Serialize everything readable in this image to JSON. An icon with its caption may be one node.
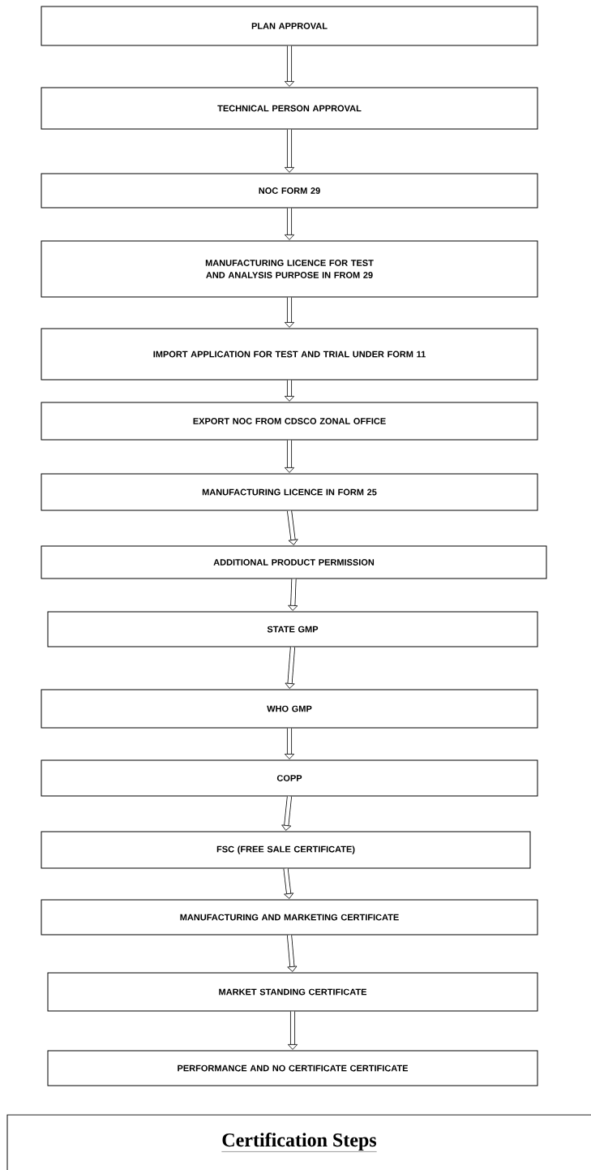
{
  "diagram": {
    "caption": "Certification Steps",
    "nodes": [
      {
        "text": [
          "PLAN APPROVAL"
        ]
      },
      {
        "text": [
          "TECHNICAL PERSON APPROVAL"
        ]
      },
      {
        "text": [
          "NOC FORM 29"
        ]
      },
      {
        "text": [
          "MANUFACTURING LICENCE FOR TEST AND ANALYSIS PURPOSE IN FROM 29"
        ]
      },
      {
        "text": [
          "IMPORT APPLICATION FOR TEST AND TRIAL UNDER FORM 11"
        ]
      },
      {
        "text": [
          "EXPORT NOC FROM CDSCO ZONAL OFFICE"
        ]
      },
      {
        "text": [
          "MANUFACTURING LICENCE IN FORM 25"
        ]
      },
      {
        "text": [
          "ADDITIONAL PRODUCT PERMISSION"
        ]
      },
      {
        "text": [
          "STATE GMP"
        ]
      },
      {
        "text": [
          "WHO GMP"
        ]
      },
      {
        "text": [
          "COPP"
        ]
      },
      {
        "text": [
          "FSC (FREE SALE CERTIFICATE)"
        ]
      },
      {
        "text": [
          "MANUFACTURING AND MARKETING CERTIFICATE"
        ]
      },
      {
        "text": [
          "MARKET STANDING CERTIFICATE"
        ]
      },
      {
        "text": [
          "PERFORMANCE AND NO CERTIFICATE CERTIFICATE"
        ]
      }
    ],
    "edges": [
      {
        "from": 0,
        "to": 1,
        "arrow": "to"
      },
      {
        "from": 1,
        "to": 2,
        "arrow": "to"
      },
      {
        "from": 2,
        "to": 3,
        "arrow": "to"
      },
      {
        "from": 3,
        "to": 4,
        "arrow": "to"
      },
      {
        "from": 4,
        "to": 5,
        "arrow": "to"
      },
      {
        "from": 5,
        "to": 6,
        "arrow": "to"
      },
      {
        "from": 6,
        "to": 7,
        "arrow": "to"
      },
      {
        "from": 7,
        "to": 8,
        "arrow": "to"
      },
      {
        "from": 8,
        "to": 9,
        "arrow": "to"
      },
      {
        "from": 9,
        "to": 10,
        "arrow": "to"
      },
      {
        "from": 10,
        "to": 11,
        "arrow": "to"
      },
      {
        "from": 11,
        "to": 12,
        "arrow": "to"
      },
      {
        "from": 12,
        "to": 13,
        "arrow": "to"
      },
      {
        "from": 13,
        "to": 14,
        "arrow": "to"
      }
    ]
  }
}
